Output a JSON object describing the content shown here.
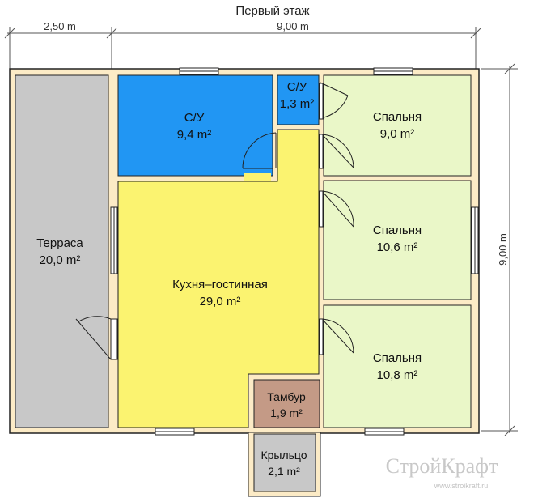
{
  "title": "Первый этаж",
  "dimensions": {
    "top_left": "2,50 m",
    "top_right": "9,00 m",
    "right": "9,00 m"
  },
  "rooms": {
    "terrace": {
      "name": "Терраса",
      "area": "20,0 m²",
      "color": "#c8c8c8"
    },
    "bath_large": {
      "name": "С/У",
      "area": "9,4 m²",
      "color": "#2196f3"
    },
    "bath_small": {
      "name": "С/У",
      "area": "1,3 m²",
      "color": "#2196f3"
    },
    "bedroom1": {
      "name": "Спальня",
      "area": "9,0 m²",
      "color": "#eaf7c8"
    },
    "bedroom2": {
      "name": "Спальня",
      "area": "10,6 m²",
      "color": "#eaf7c8"
    },
    "bedroom3": {
      "name": "Спальня",
      "area": "10,8 m²",
      "color": "#eaf7c8"
    },
    "living": {
      "name": "Кухня–гостинная",
      "area": "29,0 m²",
      "color": "#fbf370"
    },
    "vestibule": {
      "name": "Тамбур",
      "area": "1,9 m²",
      "color": "#c49a86"
    },
    "porch": {
      "name": "Крыльцо",
      "area": "2,1 m²",
      "color": "#c8c8c8"
    }
  },
  "watermark": {
    "brand": "СтройКрафт",
    "url": "www.stroikraft.ru"
  },
  "colors": {
    "wall": "#fcebc6",
    "outline": "#222222"
  }
}
